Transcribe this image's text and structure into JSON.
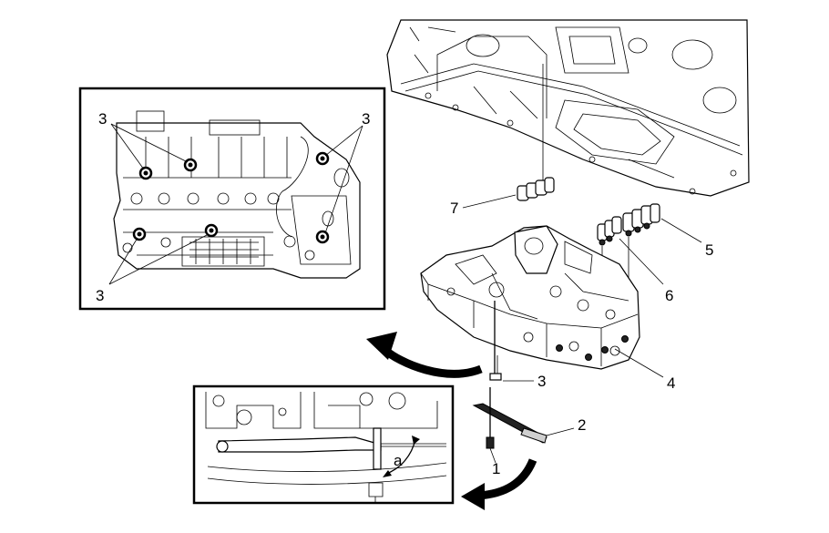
{
  "callouts": {
    "label_1": "1",
    "label_2": "2",
    "label_3_main": "3",
    "label_4": "4",
    "label_5": "5",
    "label_6": "6",
    "label_7": "7",
    "label_3_inset_top_left": "3",
    "label_3_inset_top_right": "3",
    "label_3_inset_bottom_left": "3",
    "label_a": "a"
  }
}
